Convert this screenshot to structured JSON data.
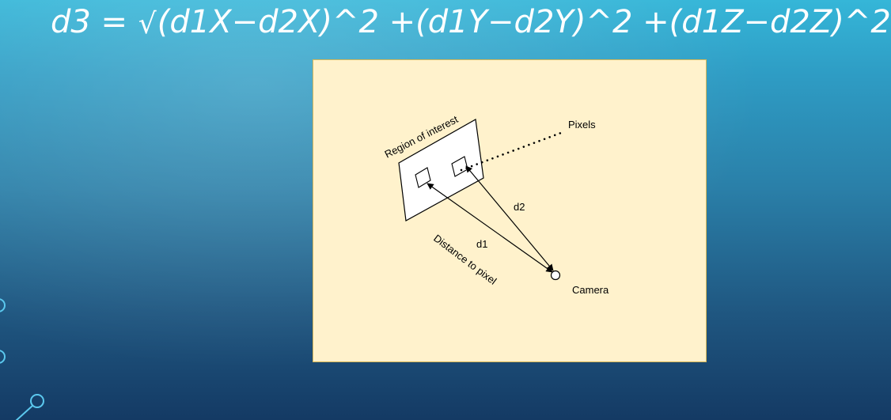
{
  "formula": {
    "lhs": "d3 =",
    "sqrt_icon": "√",
    "rhs": "(d1X−d2X)^2 +(d1Y−d2Y)^2 +(d1Z−d2Z)^2"
  },
  "diagram": {
    "region_label": "Region of interest",
    "pixels_label": "Pixels",
    "d2_label": "d2",
    "d1_label": "d1",
    "distance_label": "Distance to pixel",
    "camera_label": "Camera"
  },
  "colors": {
    "panel_fill": "#fff2cc",
    "panel_border": "#d6b656",
    "accent": "#5bc8ee"
  }
}
